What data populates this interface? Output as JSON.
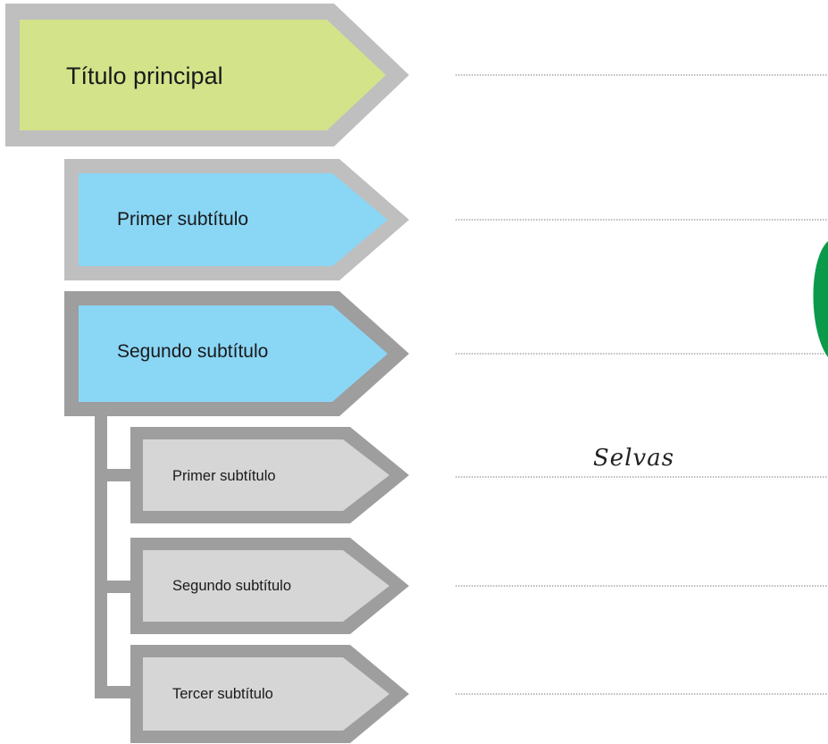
{
  "outline": {
    "main_title": "Título principal",
    "subtitles": [
      {
        "label": "Primer subtítulo"
      },
      {
        "label": "Segundo subtítulo"
      }
    ],
    "sub_subtitles": [
      {
        "label": "Primer subtítulo"
      },
      {
        "label": "Segundo subtítulo"
      },
      {
        "label": "Tercer subtítulo"
      }
    ]
  },
  "answer_lines": {
    "written_text": "Selvas"
  },
  "colors": {
    "main_fill": "#d2e38a",
    "subtitle_fill": "#8ad6f5",
    "sub_subtitle_fill": "#d6d6d6",
    "frame_light": "#bfbfbf",
    "frame_dark": "#9e9e9e",
    "accent_green": "#0a9a4a"
  }
}
